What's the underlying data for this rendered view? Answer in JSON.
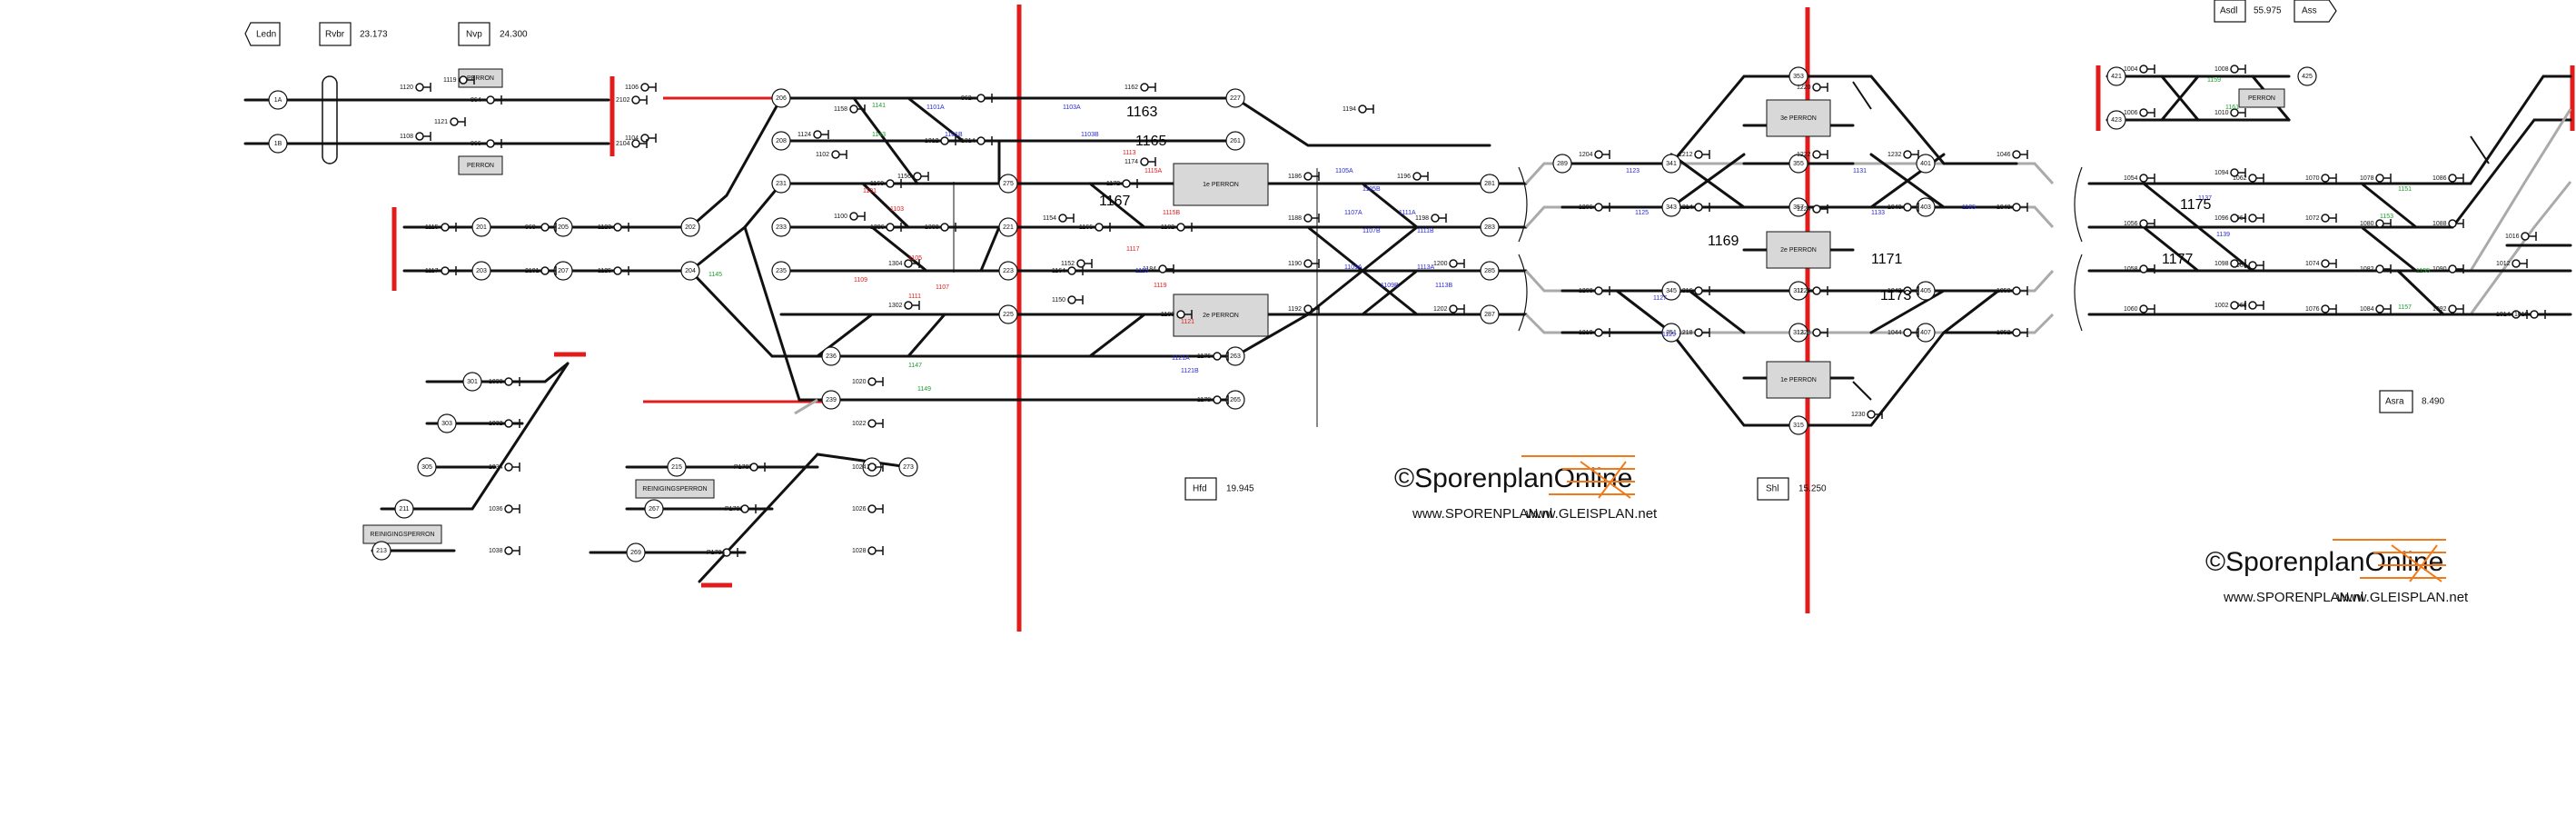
{
  "stations": [
    {
      "code": "Ledn",
      "km": ""
    },
    {
      "code": "Rvbr",
      "km": "23.173"
    },
    {
      "code": "Nvp",
      "km": "24.300"
    },
    {
      "code": "Asdl",
      "km": "55.975"
    },
    {
      "code": "Ass",
      "km": ""
    },
    {
      "code": "Hfd",
      "km": "19.945"
    },
    {
      "code": "Shl",
      "km": "15.250"
    },
    {
      "code": "Asra",
      "km": "8.490"
    }
  ],
  "platforms": [
    "PERRON",
    "PERRON",
    "1e PERRON",
    "2e PERRON",
    "3e PERRON",
    "2e PERRON",
    "1e PERRON",
    "PERRON",
    "REINIGINGSPERRON",
    "REINIGINGSPERRON"
  ],
  "sections": [
    "1A",
    "1B",
    "201",
    "203",
    "205",
    "207",
    "202",
    "204",
    "206",
    "208",
    "231",
    "233",
    "235",
    "236",
    "239",
    "301",
    "303",
    "305",
    "211",
    "213",
    "215",
    "267",
    "269",
    "271",
    "273",
    "275",
    "221",
    "223",
    "225",
    "227",
    "261",
    "263",
    "265",
    "281",
    "283",
    "285",
    "287",
    "289",
    "341",
    "343",
    "345",
    "351",
    "353",
    "355",
    "357",
    "311",
    "313",
    "315",
    "401",
    "403",
    "405",
    "407",
    "421",
    "423",
    "425"
  ],
  "signals": [
    "1120",
    "1108",
    "1115",
    "1117",
    "1119",
    "1121",
    "1123",
    "1125",
    "1106",
    "1104",
    "1124",
    "1102",
    "1158",
    "1160",
    "1100",
    "1156",
    "1154",
    "1152",
    "1150",
    "1162",
    "1164",
    "1166",
    "1172",
    "1174",
    "1176",
    "1178",
    "1180",
    "1182",
    "1184",
    "1186",
    "1188",
    "1190",
    "1192",
    "1194",
    "1196",
    "1198",
    "1200",
    "1202",
    "1204",
    "1206",
    "1208",
    "1210",
    "1212",
    "1214",
    "1216",
    "1218",
    "1220",
    "1222",
    "1224",
    "1226",
    "1228",
    "1230",
    "1232",
    "1040",
    "1042",
    "1044",
    "1046",
    "1048",
    "1050",
    "1052",
    "1054",
    "1056",
    "1058",
    "1060",
    "1062",
    "1064",
    "1066",
    "1068",
    "1070",
    "1072",
    "1074",
    "1076",
    "1078",
    "1080",
    "1082",
    "1084",
    "1086",
    "1088",
    "1090",
    "1092",
    "1094",
    "1096",
    "1098",
    "1002",
    "1004",
    "1006",
    "1008",
    "1010",
    "1012",
    "1014",
    "1016",
    "1018",
    "1020",
    "1022",
    "1024",
    "1026",
    "1028",
    "1030",
    "1032",
    "1034",
    "1036",
    "1038",
    "P1707",
    "P1701",
    "P1704",
    "1302",
    "1304",
    "1306",
    "1308",
    "1312",
    "1314",
    "862",
    "864",
    "866",
    "868",
    "2101",
    "2102",
    "2104"
  ],
  "switches": {
    "red": [
      "1101",
      "1103",
      "1105",
      "1107",
      "1109",
      "1111",
      "1113",
      "1115A",
      "1115B",
      "1117",
      "1119",
      "1121"
    ],
    "blue": [
      "1101A",
      "1101B",
      "1103A",
      "1103B",
      "1105A",
      "1105B",
      "1107A",
      "1107B",
      "1109A",
      "1109B",
      "1111A",
      "1111B",
      "1113A",
      "1113B",
      "1115",
      "1121A",
      "1121B",
      "1123",
      "1125",
      "1127",
      "1129",
      "1131",
      "1133",
      "1135",
      "1137",
      "1139"
    ],
    "green": [
      "1141",
      "1143",
      "1145",
      "1147",
      "1149",
      "1151",
      "1153",
      "1155",
      "1157",
      "1159",
      "1161"
    ],
    "magenta": [
      "1163",
      "1165",
      "1167",
      "1169",
      "1171",
      "1173",
      "1175",
      "1177"
    ]
  },
  "branding": [
    {
      "name": "SporenplanOnline",
      "url1": "www.SPORENPLAN.nl",
      "url2": "www.GLEISPLAN.net"
    },
    {
      "name": "SporenplanOnline",
      "url1": "www.SPORENPLAN.nl",
      "url2": "www.GLEISPLAN.net"
    }
  ],
  "colors": {
    "track": "#111111",
    "siding_grey": "#aaaaaa",
    "border_red": "#e21b1b",
    "logo_orange": "#f07a1a",
    "platform_fill": "#d8d8d8"
  }
}
